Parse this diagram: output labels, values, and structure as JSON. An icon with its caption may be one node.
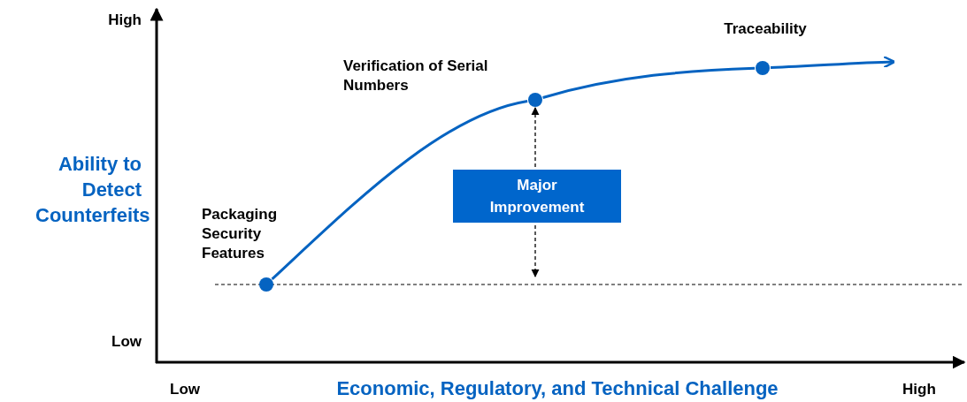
{
  "diagram": {
    "nodes": [
      {
        "text": [],
        "shape": "circle",
        "beside": [
          "Packaging Security Features"
        ]
      },
      {
        "text": [],
        "shape": "circle",
        "beside": [
          "Verification of Serial Numbers"
        ]
      },
      {
        "text": [],
        "shape": "circle",
        "beside": [
          "Traceability"
        ]
      },
      {
        "text": [
          "Major Improvement"
        ]
      }
    ],
    "edges": [
      {
        "from": 0,
        "to": 1,
        "arrow": "none"
      },
      {
        "from": 1,
        "to": 2,
        "arrow": "none"
      },
      {
        "from": 2,
        "to": null,
        "arrow": "to"
      },
      {
        "from": 1,
        "to": null,
        "arrow": "both",
        "style": "dashed",
        "color": "#000000"
      }
    ],
    "labels": [
      "High",
      "Ability to Detect Counterfeits",
      "Low",
      "Low",
      "Economic, Regulatory, and Technical Challenge",
      "High"
    ]
  }
}
